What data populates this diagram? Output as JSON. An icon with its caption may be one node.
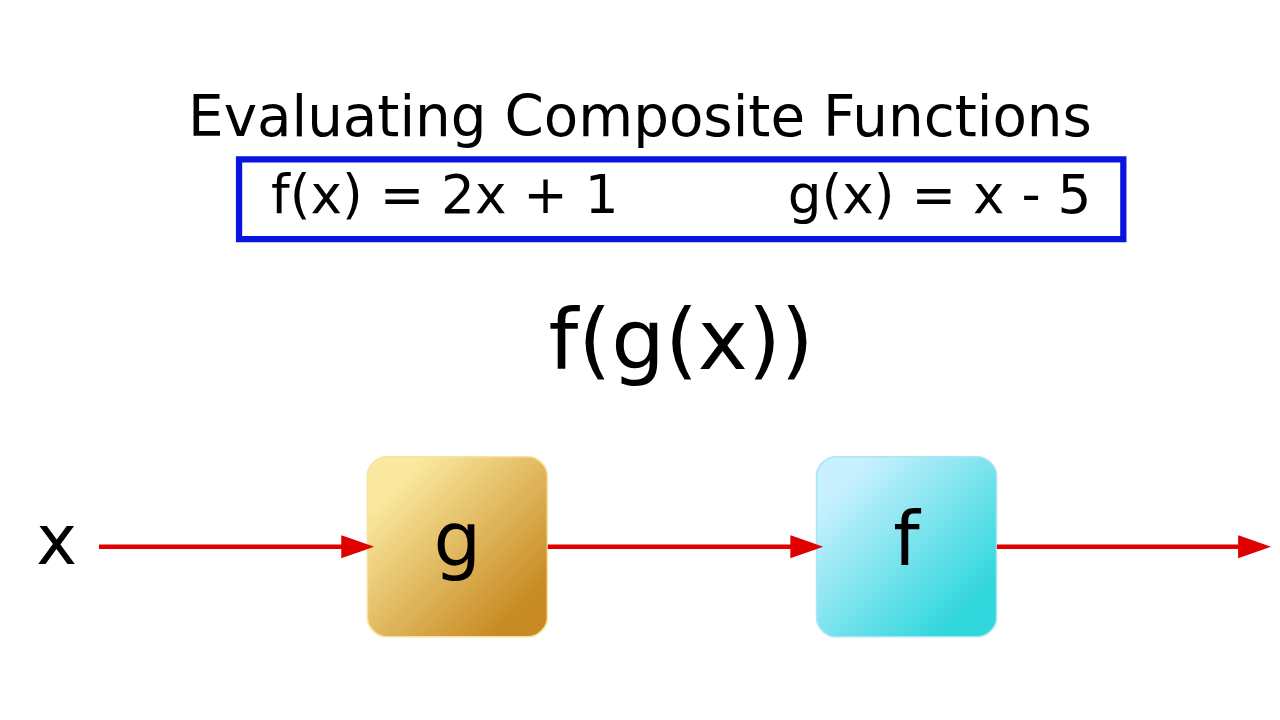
{
  "diagram": {
    "title": "Evaluating Composite Functions",
    "nodes": [
      {
        "text": [
          "f(x) = 2x + 1",
          "g(x) = x - 5"
        ]
      },
      {
        "text": [
          "x"
        ]
      },
      {
        "text": [
          "g"
        ]
      },
      {
        "text": [
          "f"
        ]
      }
    ],
    "edges": [
      {
        "from": 1,
        "to": 2,
        "arrow": "to"
      },
      {
        "from": 2,
        "to": 3,
        "arrow": "to"
      },
      {
        "from": 3,
        "to": null,
        "arrow": "to"
      }
    ],
    "labels": [
      "f(g(x))"
    ]
  }
}
